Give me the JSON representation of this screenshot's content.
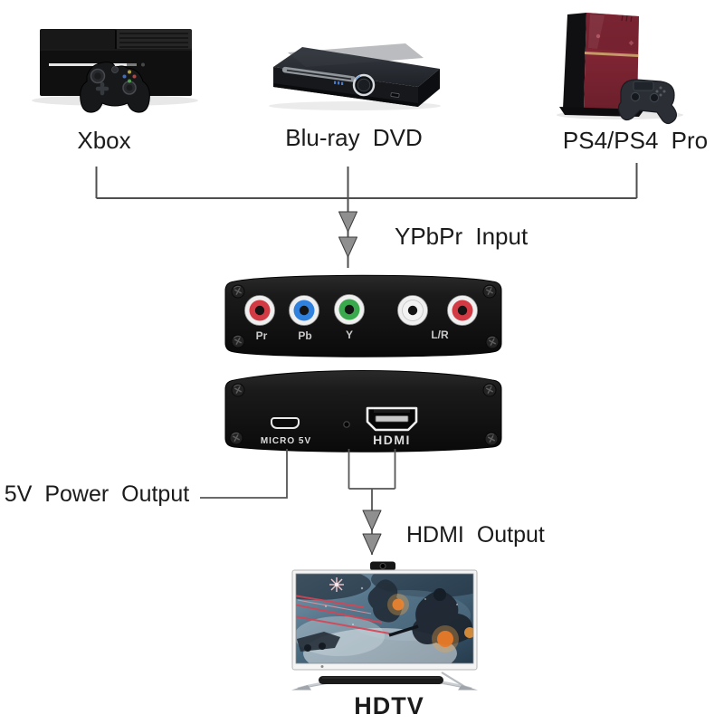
{
  "page": {
    "background": "#ffffff",
    "kind": "component-to-hdmi-converter-connection-diagram"
  },
  "colors": {
    "label_text": "#1b1b1b",
    "line": "#4f4f4f",
    "arrow_fill": "#8f8f8f",
    "arrow_stroke": "#3c3c3c",
    "converter_panel": "#161616",
    "ps4_body": "#7e2433",
    "ps4_accent_line": "#c59a66",
    "jack_red": "#d23a44",
    "jack_blue": "#2f81dd",
    "jack_green": "#3aa84c",
    "jack_white": "#f2f2f2",
    "port_label_text": "#d6d6d6"
  },
  "sources": {
    "xbox": {
      "label": "Xbox"
    },
    "bluray": {
      "label": "Blu-ray DVD"
    },
    "ps4": {
      "label": "PS4/PS4 Pro"
    }
  },
  "converter": {
    "front": {
      "jacks": [
        {
          "name": "component-pr",
          "label": "Pr",
          "color": "#d23a44"
        },
        {
          "name": "component-pb",
          "label": "Pb",
          "color": "#2f81dd"
        },
        {
          "name": "component-y",
          "label": "Y",
          "color": "#3aa84c"
        },
        {
          "name": "audio-left",
          "label": "L/R",
          "color": "#f2f2f2"
        },
        {
          "name": "audio-right",
          "label": "",
          "color": "#d23a44"
        }
      ]
    },
    "back": {
      "micro_usb_label": "MICRO 5V",
      "hdmi_label": "HDMI"
    }
  },
  "annotations": {
    "input_label": "YPbPr Input",
    "power_label": "5V Power Output",
    "output_label": "HDMI Output",
    "tv_label": "HDTV"
  }
}
